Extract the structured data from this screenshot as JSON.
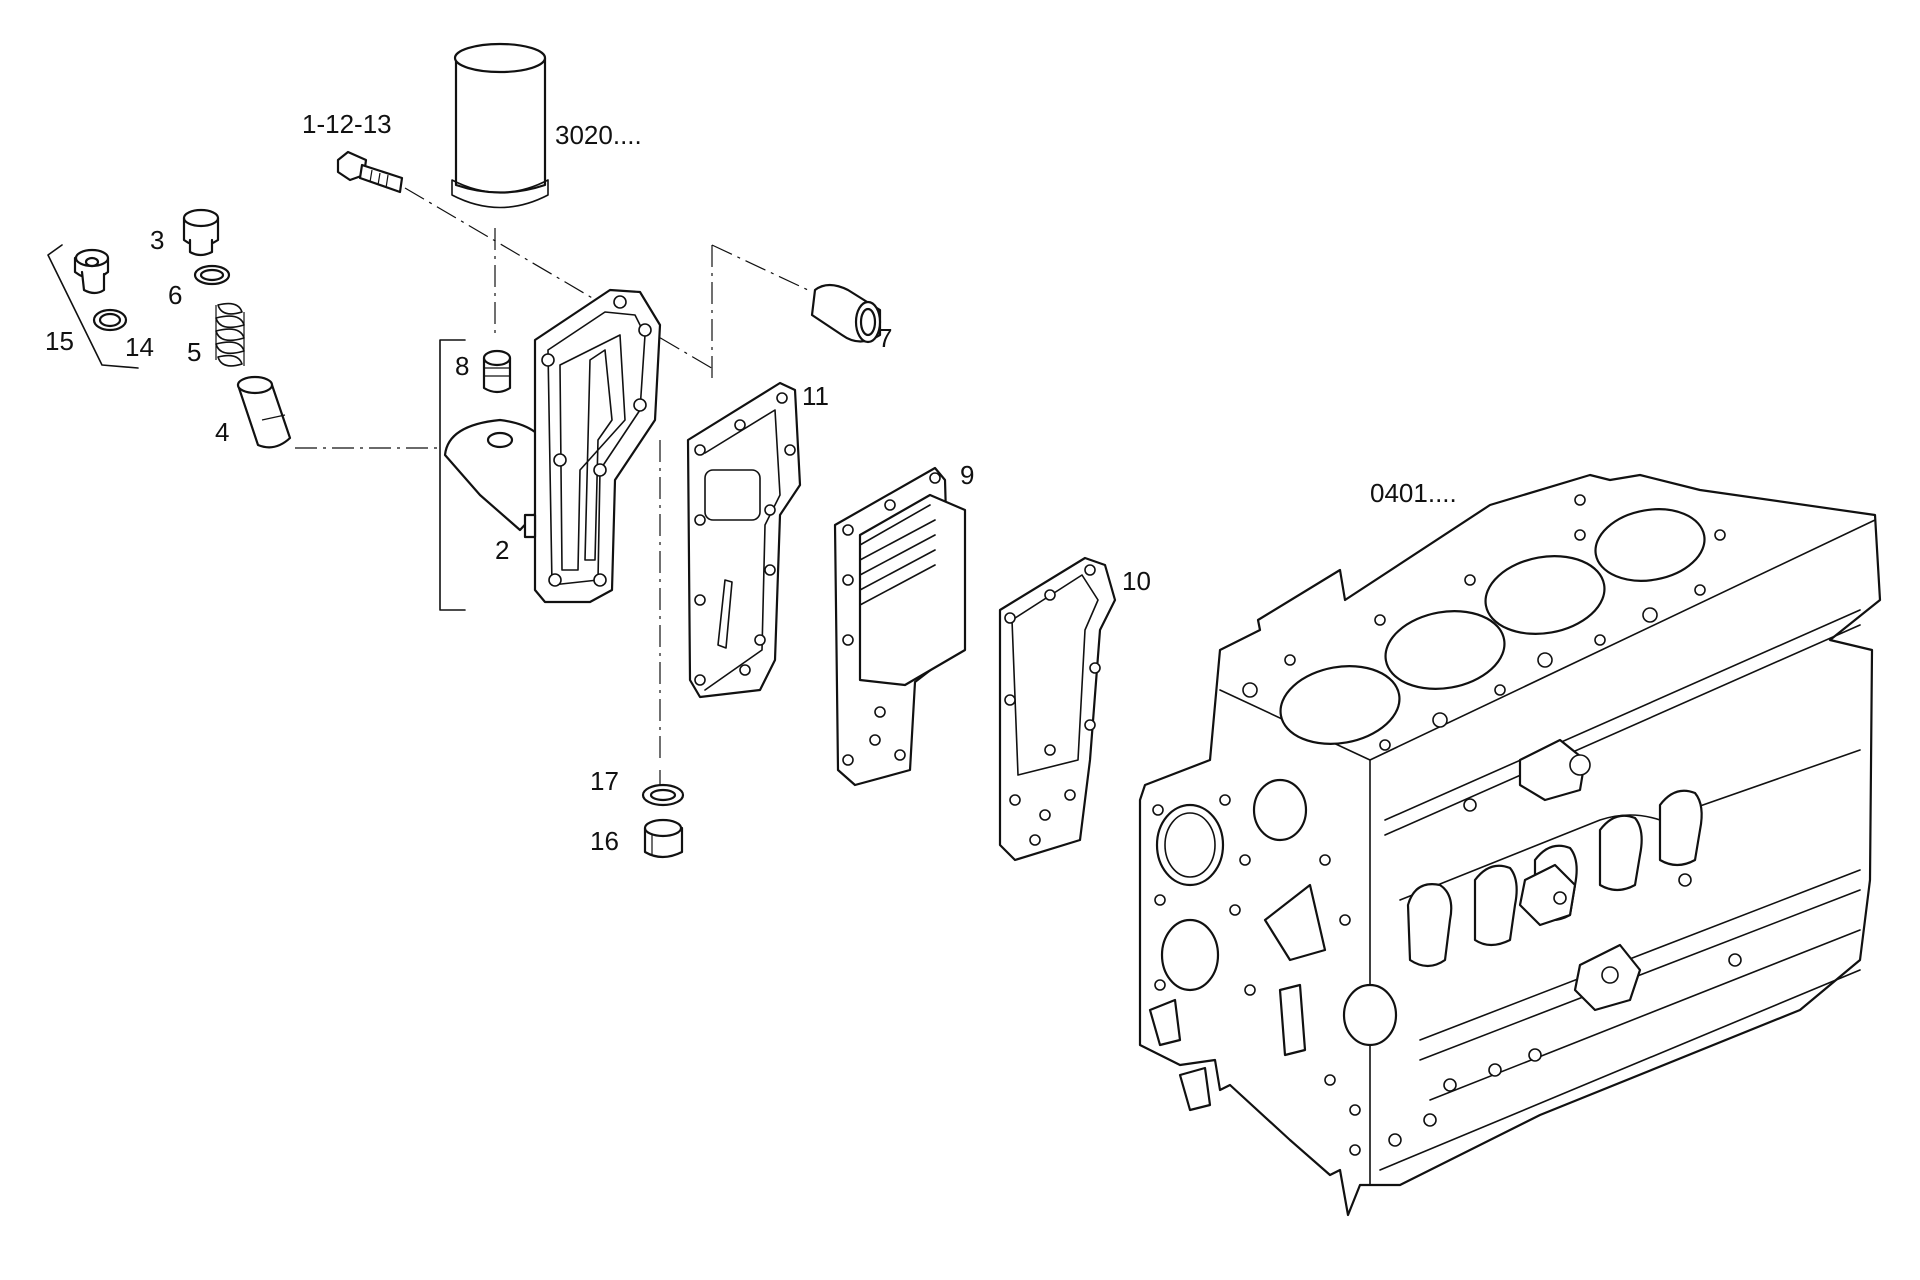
{
  "labels": {
    "filter_ref": "3020....",
    "bolt": "1-12-13",
    "plug_3": "3",
    "ring_6": "6",
    "spring_5": "5",
    "valve_4": "4",
    "group_15": "15",
    "ring_14": "14",
    "fitting_8": "8",
    "housing_2": "2",
    "sleeve_7": "7",
    "gasket_11": "11",
    "cooler_9": "9",
    "gasket_10": "10",
    "washer_17": "17",
    "plug_16": "16",
    "block_ref": "0401...."
  }
}
